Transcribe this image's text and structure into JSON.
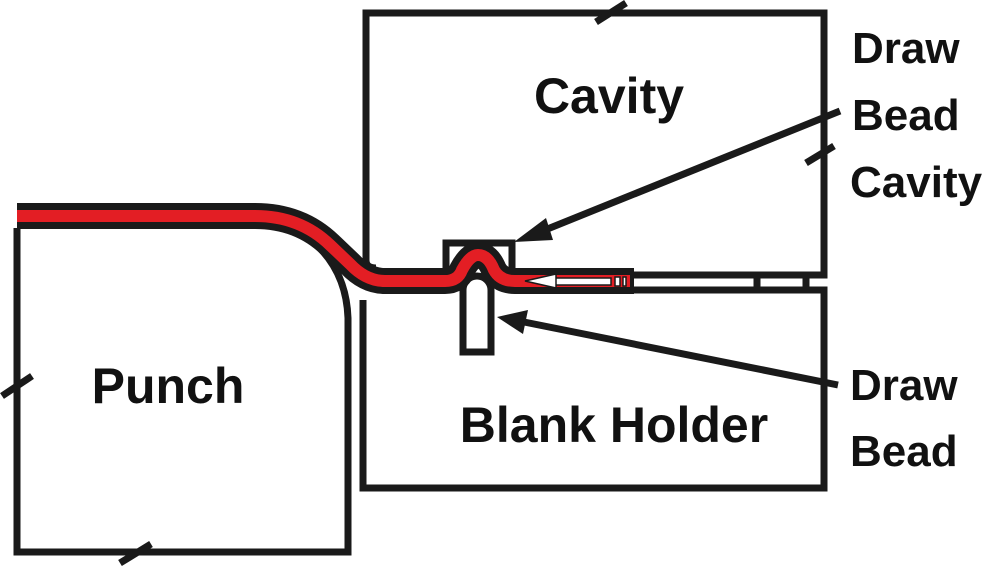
{
  "diagram": {
    "labels": {
      "cavity": "Cavity",
      "punch": "Punch",
      "blank_holder": "Blank Holder",
      "draw_bead_cavity": [
        "Draw",
        "Bead",
        "Cavity"
      ],
      "draw_bead": [
        "Draw",
        "Bead"
      ]
    },
    "colors": {
      "outline": "#1a1a1a",
      "sheet": "#e31e24",
      "background": "#ffffff"
    }
  }
}
